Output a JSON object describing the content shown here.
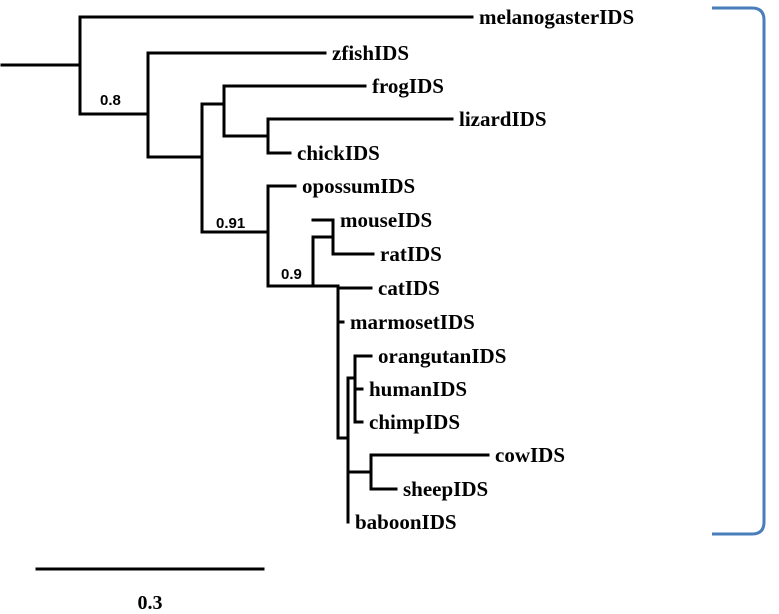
{
  "tree": {
    "leaves": [
      {
        "id": "melanogaster",
        "label": "melanogasterIDS"
      },
      {
        "id": "zfish",
        "label": "zfishIDS"
      },
      {
        "id": "frog",
        "label": "frogIDS"
      },
      {
        "id": "lizard",
        "label": "lizardIDS"
      },
      {
        "id": "chick",
        "label": "chickIDS"
      },
      {
        "id": "opossum",
        "label": "opossumIDS"
      },
      {
        "id": "mouse",
        "label": "mouseIDS"
      },
      {
        "id": "rat",
        "label": "ratIDS"
      },
      {
        "id": "cat",
        "label": "catIDS"
      },
      {
        "id": "marmoset",
        "label": "marmosetIDS"
      },
      {
        "id": "orangutan",
        "label": "orangutanIDS"
      },
      {
        "id": "human",
        "label": "humanIDS"
      },
      {
        "id": "chimp",
        "label": "chimpIDS"
      },
      {
        "id": "cow",
        "label": "cowIDS"
      },
      {
        "id": "sheep",
        "label": "sheepIDS"
      },
      {
        "id": "baboon",
        "label": "baboonIDS"
      }
    ],
    "support_values": {
      "vertebrates": "0.8",
      "mammals": "0.91",
      "placentals": "0.9"
    },
    "scale_bar": {
      "label": "0.3",
      "length": 0.3
    },
    "bracket_color": "#4a7ebb"
  }
}
